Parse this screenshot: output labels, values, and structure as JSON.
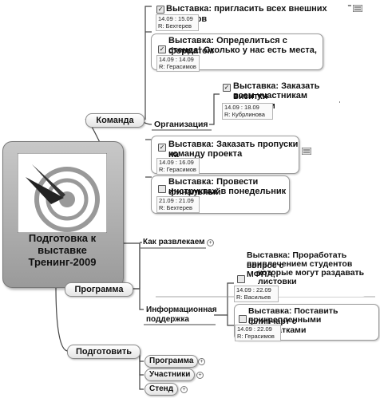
{
  "central": {
    "line1": "Подготовка к",
    "line2": "выставке",
    "line3": "Тренинг-2009"
  },
  "branches": {
    "komanda": "Команда",
    "organizaciya": "Организация",
    "programma": "Программа",
    "kak_razvlekaem": "Как развлекаем",
    "info_line1": "Информационная",
    "info_line2": "поддержка",
    "podgotovit": "Подготовить",
    "prep_programma": "Программа",
    "prep_uchastniki": "Участники",
    "prep_stend": "Стенд"
  },
  "tasks": [
    {
      "title1": "Выставка: пригласить всех внешних тренеров",
      "title2": "",
      "dates": "14.09 : 15.09",
      "resource": "R: Бехтерев",
      "checked": "✓"
    },
    {
      "title1": "Выставка: Определиться с форматом",
      "title2": "стенда! Сколько у нас есть места, где?",
      "dates": "14.09 : 14.09",
      "resource": "R: Герасимов",
      "checked": "✓"
    },
    {
      "title1": "Выставка: Заказать визитки",
      "title2": "всем участникам выставки",
      "dates": "14.09 : 18.09",
      "resource": "R: Кубрлинова",
      "checked": "✓"
    },
    {
      "title1": "Выставка:  Заказать пропуски на",
      "title2": "команду проекта",
      "dates": "14.09 : 16.09",
      "resource": "R: Герасимов",
      "checked": "✓"
    },
    {
      "title1": "Выставка: Провести финальный",
      "title2": "инструктаж в понедельник",
      "dates": "21.09 : 21.09",
      "resource": "R: Бехтерев",
      "checked": ""
    },
    {
      "title1": "Выставка: Проработать вопрос с",
      "title2": "привлечением студентов МФПА,",
      "title3": "которые могут раздавать",
      "title4": "листовки",
      "dates": "14.09 : 22.09",
      "resource": "R: Васильев",
      "checked": ""
    },
    {
      "title1": "Выставка: Поставить флипчарт с",
      "title2": "прикрепленными распечатками",
      "dates": "14.09 : 22.09",
      "resource": "R: Герасимов",
      "checked": ""
    }
  ]
}
